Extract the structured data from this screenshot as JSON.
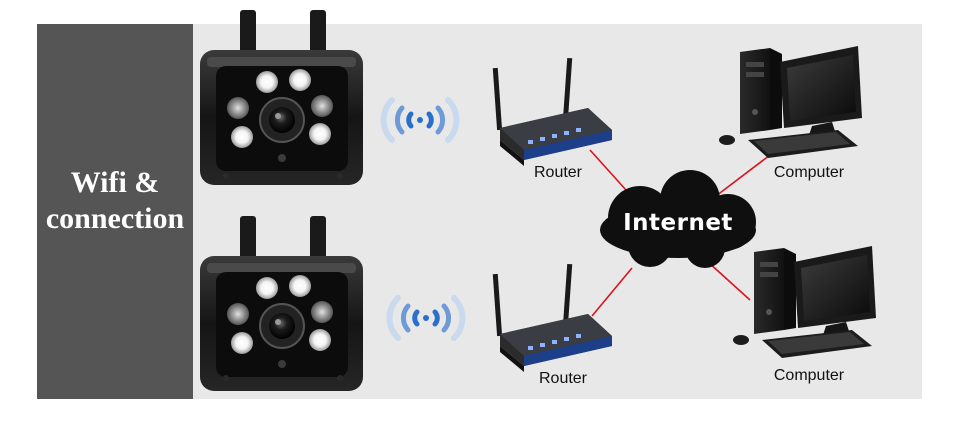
{
  "side_title": {
    "line1": "Wifi &",
    "line2": "connection"
  },
  "cloud": {
    "label": "Internet"
  },
  "devices": {
    "router_top": "Router",
    "router_bottom": "Router",
    "computer_top": "Computer",
    "computer_bottom": "Computer"
  },
  "colors": {
    "side_panel": "#555555",
    "main_panel": "#e8e8e8",
    "link_line": "#d9141b",
    "wifi_signal": "#2a6fc9",
    "cloud": "#0f0f0f"
  },
  "icons": [
    "camera-icon",
    "wifi-signal-icon",
    "router-icon",
    "cloud-icon",
    "computer-icon"
  ]
}
